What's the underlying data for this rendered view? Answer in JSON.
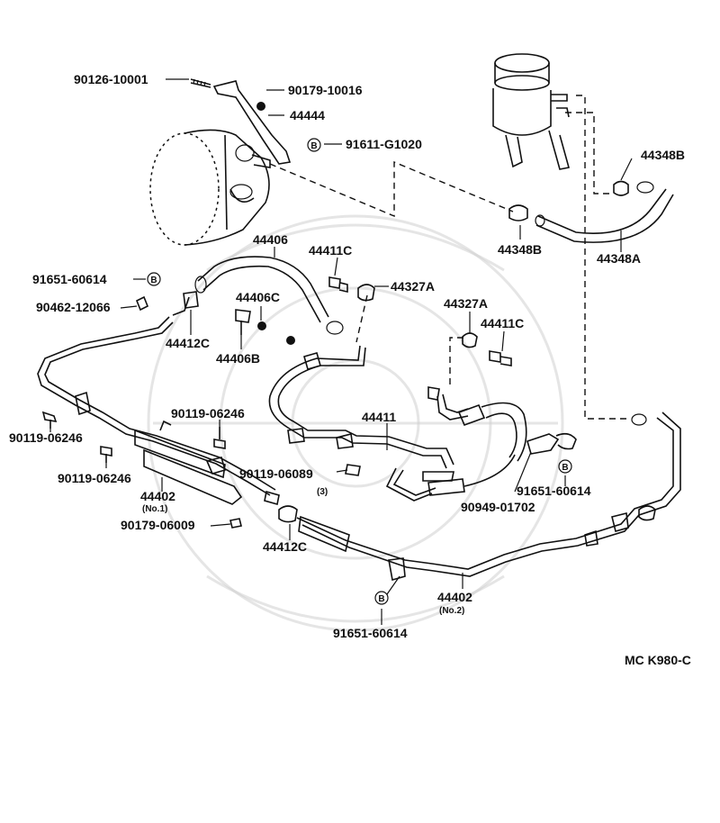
{
  "diagram": {
    "code": "MC K980-C",
    "labels": {
      "p90126_10001": "90126-10001",
      "p90179_10016": "90179-10016",
      "p44444": "44444",
      "p91611_G1020": "91611-G1020",
      "p44406": "44406",
      "p44411C_a": "44411C",
      "p91651_60614_a": "91651-60614",
      "p90462_12066": "90462-12066",
      "p44406C": "44406C",
      "p44327A_a": "44327A",
      "p44412C_a": "44412C",
      "p44406B": "44406B",
      "p44348B_a": "44348B",
      "p44348B_b": "44348B",
      "p44348A": "44348A",
      "p44327A_b": "44327A",
      "p44411C_b": "44411C",
      "p90119_06246_a": "90119-06246",
      "p90119_06246_b": "90119-06246",
      "p90119_06246_c": "90119-06246",
      "p44411": "44411",
      "p90119_06089": "90119-06089",
      "p44402_no1": "44402",
      "p90179_06009": "90179-06009",
      "p44412C_b": "44412C",
      "p91651_60614_b": "91651-60614",
      "p90949_01702": "90949-01702",
      "p44402_no2": "44402",
      "p91651_60614_c": "91651-60614"
    },
    "sublabels": {
      "no1": "(No.1)",
      "no2": "(No.2)",
      "qty3": "(3)"
    },
    "marker": "B"
  }
}
